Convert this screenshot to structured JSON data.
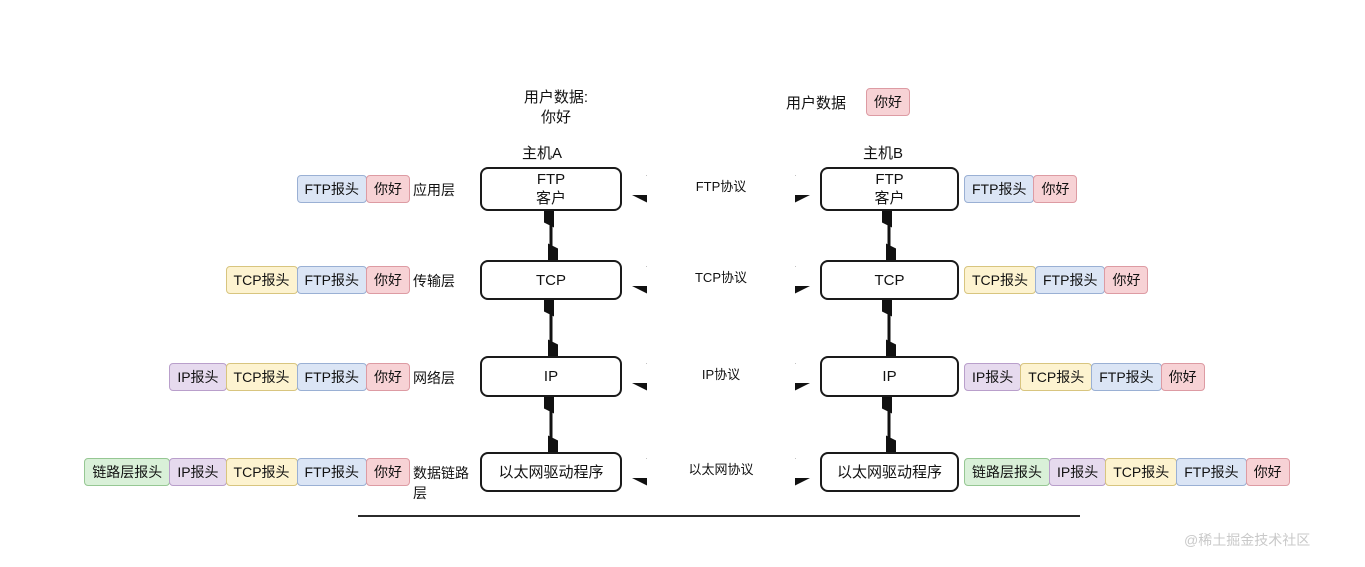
{
  "diagram": {
    "title_top_left": "用户数据:\n你好",
    "userdata_right_label": "用户数据",
    "userdata_right_value": "你好",
    "host_a": "主机A",
    "host_b": "主机B",
    "bottom_watermark": "@稀土掘金技术社区"
  },
  "colors": {
    "ftp_header": "#dbe5f5",
    "tcp_header": "#fdf3d0",
    "ip_header": "#e6daee",
    "link_header": "#d9f0d8",
    "payload": "#f7d2d5",
    "box_border": "#1a1a1a",
    "rule": "#2b2b2b",
    "watermark": "#c9c9c9"
  },
  "layers": [
    {
      "id": "application",
      "layer_label": "应用层",
      "box_left_line1": "FTP",
      "box_left_line2": "客户",
      "box_right_line1": "FTP",
      "box_right_line2": "客户",
      "protocol_label": "FTP协议",
      "chain": [
        {
          "text": "FTP报头",
          "kind": "ftp"
        },
        {
          "text": "你好",
          "kind": "data"
        }
      ]
    },
    {
      "id": "transport",
      "layer_label": "传输层",
      "box_left_line1": "TCP",
      "box_left_line2": "",
      "box_right_line1": "TCP",
      "box_right_line2": "",
      "protocol_label": "TCP协议",
      "chain": [
        {
          "text": "TCP报头",
          "kind": "tcp"
        },
        {
          "text": "FTP报头",
          "kind": "ftp"
        },
        {
          "text": "你好",
          "kind": "data"
        }
      ]
    },
    {
      "id": "network",
      "layer_label": "网络层",
      "box_left_line1": "IP",
      "box_left_line2": "",
      "box_right_line1": "IP",
      "box_right_line2": "",
      "protocol_label": "IP协议",
      "chain": [
        {
          "text": "IP报头",
          "kind": "ip"
        },
        {
          "text": "TCP报头",
          "kind": "tcp"
        },
        {
          "text": "FTP报头",
          "kind": "ftp"
        },
        {
          "text": "你好",
          "kind": "data"
        }
      ]
    },
    {
      "id": "datalink",
      "layer_label": "数据链路层",
      "box_left_line1": "以太网驱动程序",
      "box_left_line2": "",
      "box_right_line1": "以太网驱动程序",
      "box_right_line2": "",
      "protocol_label": "以太网协议",
      "chain": [
        {
          "text": "链路层报头",
          "kind": "link"
        },
        {
          "text": "IP报头",
          "kind": "ip"
        },
        {
          "text": "TCP报头",
          "kind": "tcp"
        },
        {
          "text": "FTP报头",
          "kind": "ftp"
        },
        {
          "text": "你好",
          "kind": "data"
        }
      ]
    }
  ]
}
